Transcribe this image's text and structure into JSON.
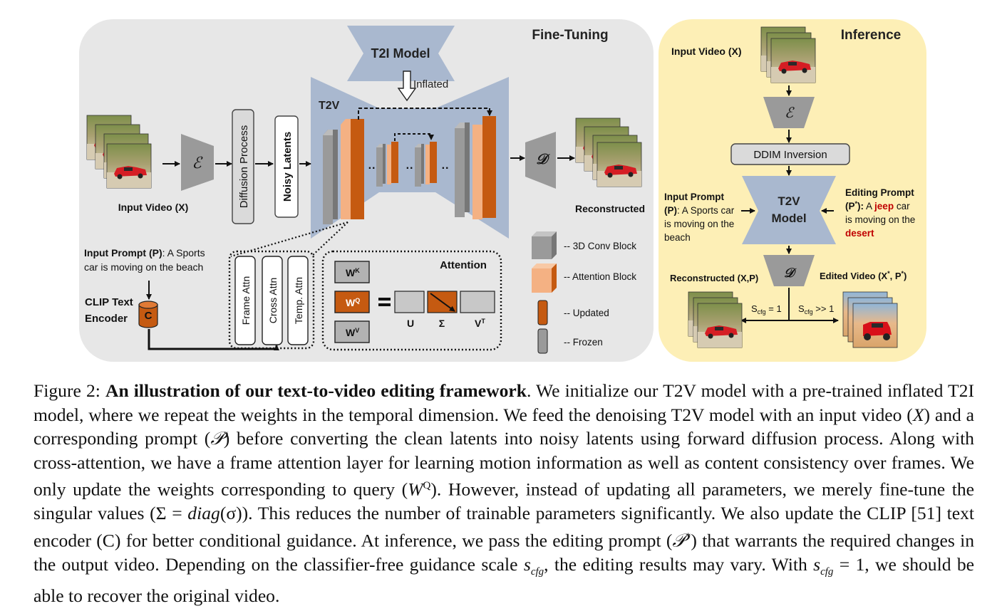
{
  "figure": {
    "fine_tuning": {
      "title": "Fine-Tuning",
      "t2i_model": "T2I Model",
      "inflated": "Inflated",
      "t2v": "T2V",
      "input_video_label": "Input Video (X)",
      "encoder_symbol": "ℰ",
      "diffusion_process": "Diffusion Process",
      "noisy_latents": "Noisy Latents",
      "dots": "··",
      "decoder_symbol": "𝒟",
      "reconstructed": "Reconstructed",
      "input_prompt_bold": "Input Prompt (P)",
      "input_prompt_rest": ": A Sports",
      "input_prompt_line2": "car is moving on the beach",
      "clip_line1": "CLIP Text",
      "clip_line2": "Encoder",
      "clip_c": "C",
      "frame_attn": "Frame Attn",
      "cross_attn": "Cross Attn",
      "temp_attn": "Temp. Attn",
      "attention_title": "Attention",
      "wk": "W",
      "wk_sup": "K",
      "wq": "W",
      "wq_sup": "Q",
      "wv": "W",
      "wv_sup": "V",
      "u": "U",
      "sigma": "Σ",
      "vt": "V",
      "vt_sup": "T"
    },
    "legend": {
      "conv": "-- 3D Conv Block",
      "attn": "-- Attention Block",
      "updated": "-- Updated",
      "frozen": "--  Frozen"
    },
    "inference": {
      "title": "Inference",
      "input_video": "Input  Video (X)",
      "encoder_symbol": "ℰ",
      "ddim": "DDIM Inversion",
      "t2v_line1": "T2V",
      "t2v_line2": "Model",
      "decoder_symbol": "𝒟",
      "input_prompt_bold": "Input Prompt",
      "input_prompt_l2_bold": "(P)",
      "input_prompt_l2_rest": ": A Sports car",
      "input_prompt_l3": "is moving on the",
      "input_prompt_l4": "beach",
      "editing_prompt_bold": "Editing Prompt",
      "editing_l2_bold": "(P",
      "editing_l2_sup": "*",
      "editing_l2_bold2": "):",
      "editing_l2_rest": " A ",
      "editing_l2_jeep": "jeep",
      "editing_l2_car": " car",
      "editing_l3": "is moving on the",
      "editing_l4": "desert",
      "reconstructed": "Reconstructed (X,P)",
      "edited_video": "Edited Video (X",
      "edited_sup1": "*",
      "edited_mid": ", P",
      "edited_sup2": "*",
      "edited_end": ")",
      "s_left": "S",
      "s_left_sub": "cfg",
      "s_left_rest": " = 1",
      "s_right": "S",
      "s_right_sub": "cfg",
      "s_right_rest": " >> 1"
    }
  },
  "caption": {
    "label": "Figure 2: ",
    "bold": "An illustration of our text-to-video editing framework",
    "t1": ". We initialize our T2V model with a pre-trained inflated T2I model, where we repeat the weights in the temporal dimension. We feed the denoising T2V model with an input video (",
    "x": "X",
    "t2": ") and a corresponding prompt (",
    "p": "𝒫",
    "t3": ") before converting the clean latents into noisy latents using forward diffusion process. Along with cross-attention, we have a frame attention layer for learning motion information as well as content consistency over frames. We only update the weights corresponding to query (",
    "wq": "W",
    "wq_sup": "Q",
    "t4": "). However, instead of updating all parameters, we merely fine-tune the singular values (Σ = ",
    "diag": "diag",
    "t5": "(σ)). This reduces the number of trainable parameters significantly. We also update the CLIP [51] text encoder (C) for better conditional guidance. At inference, we pass the editing prompt (",
    "pstar": "𝒫",
    "pstar_sup": "*",
    "t6": ") that warrants the required changes in the output video. Depending on the classifier-free guidance scale ",
    "s1": "s",
    "s1_sub": "cfg",
    "t7": ", the editing results may vary. With ",
    "s2": "s",
    "s2_sub": "cfg",
    "t8": " = 1, we should be able to recover the original video."
  },
  "colors": {
    "panel_gray": "#e8e8e8",
    "panel_yellow": "#fdefb6",
    "model_blue": "#a9b8cf",
    "orange_dark": "#c55a11",
    "orange_light": "#f4b183",
    "gray_block": "#9a9a9a"
  }
}
